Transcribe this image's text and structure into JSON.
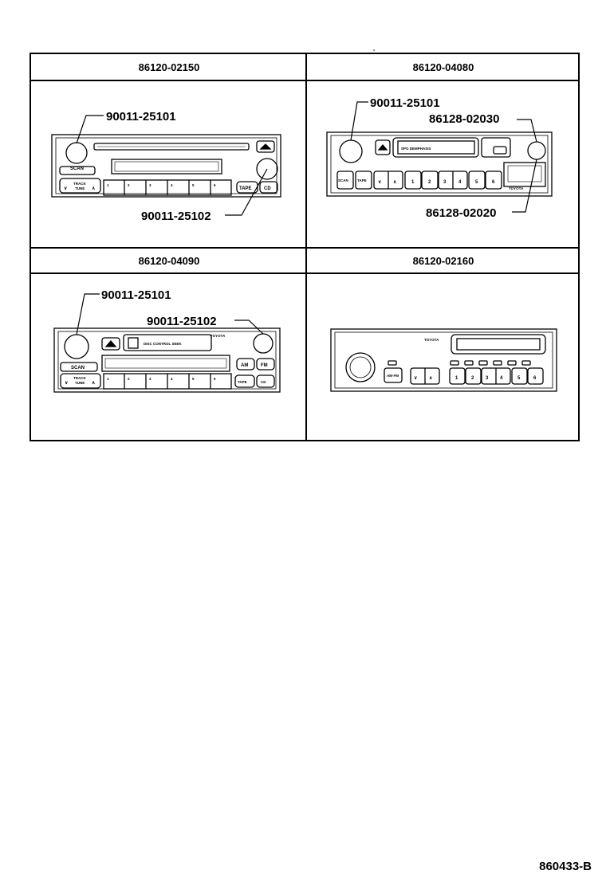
{
  "cells": [
    {
      "title": "86120-02150"
    },
    {
      "title": "86120-04080"
    },
    {
      "title": "86120-04090"
    },
    {
      "title": "86120-02160"
    }
  ],
  "callouts": {
    "c1_top": "90011-25101",
    "c1_bottom": "90011-25102",
    "c2_top": "90011-25101",
    "c2_mid": "86128-02030",
    "c2_bottom": "86128-02020",
    "c3_top": "90011-25101",
    "c3_mid": "90011-25102"
  },
  "radio_labels": {
    "scan": "SCAN",
    "tape": "TAPE",
    "cd": "CD",
    "am": "AM",
    "fm": "FM",
    "cd_short": "CD",
    "track": "TRACK",
    "tune": "TUNE",
    "seek": "SEEK",
    "toyota": "TOYOTA",
    "disc_control": "DISC CONTROL SEEK",
    "pgm": "SPO DEMPHASIS",
    "amfm": "AM·FM",
    "preset_nums": [
      "1",
      "2",
      "3",
      "4",
      "5",
      "6"
    ]
  },
  "footer": {
    "code": "860433-B"
  }
}
